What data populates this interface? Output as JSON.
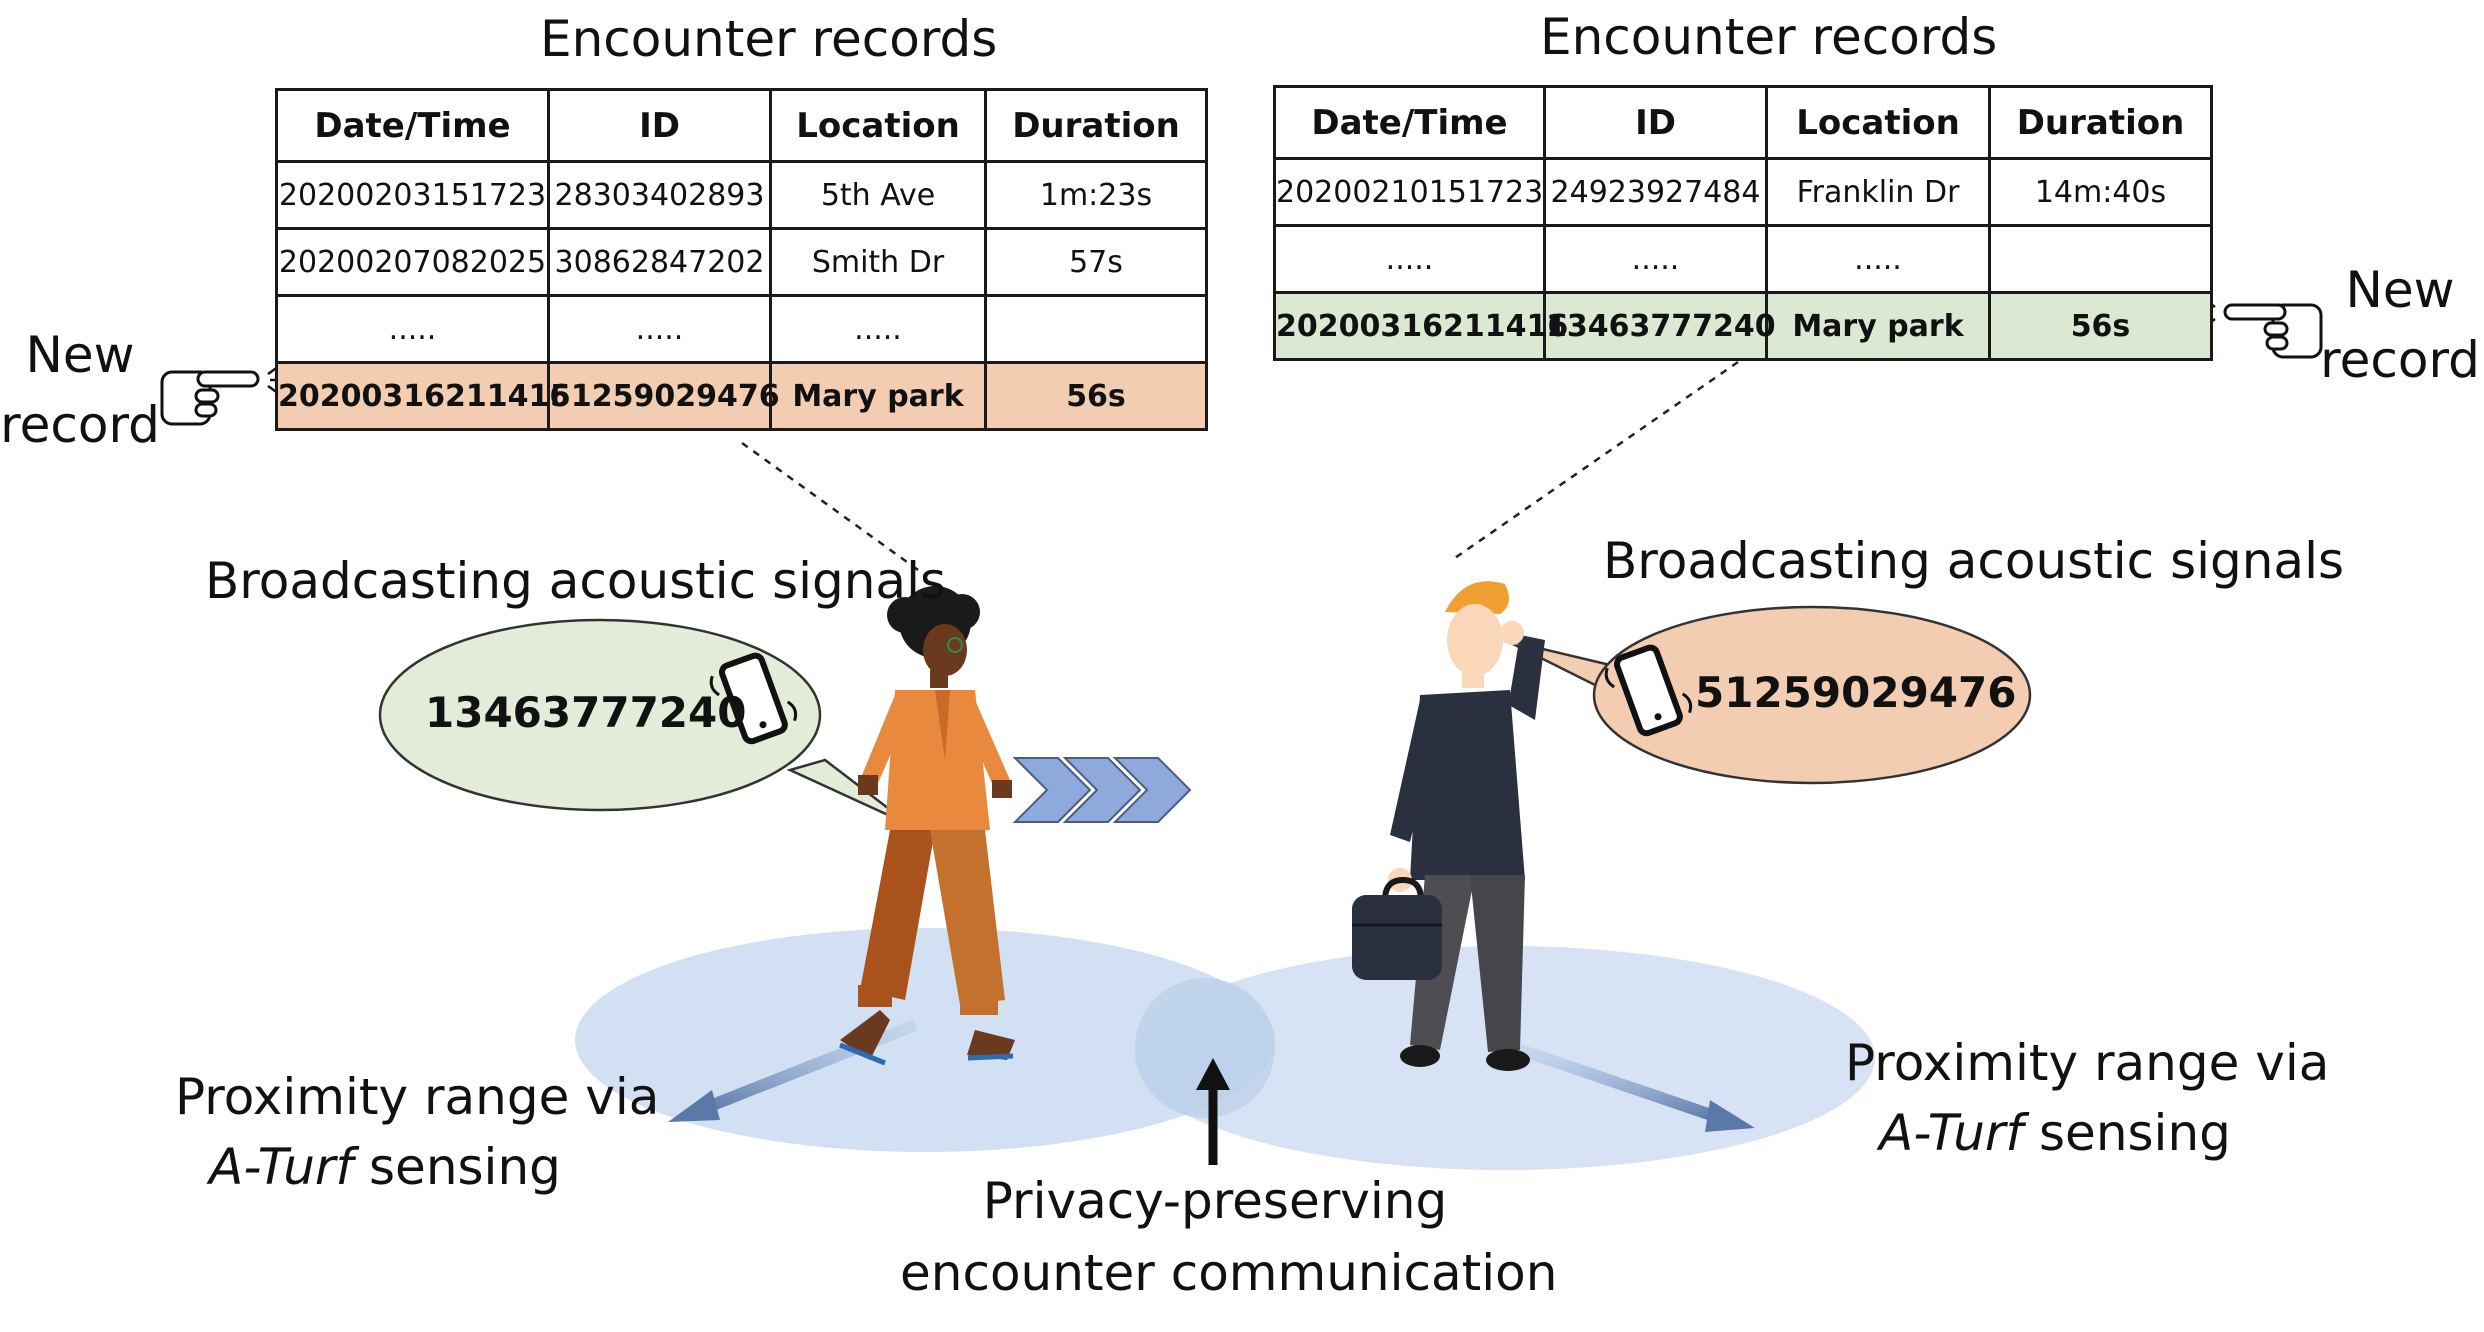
{
  "left_panel": {
    "title": "Encounter records",
    "headers": [
      "Date/Time",
      "ID",
      "Location",
      "Duration"
    ],
    "rows": [
      [
        "20200203151723",
        "28303402893",
        "5th Ave",
        "1m:23s"
      ],
      [
        "20200207082025",
        "30862847202",
        "Smith Dr",
        "57s"
      ],
      [
        ".....",
        ".....",
        ".....",
        ""
      ]
    ],
    "new_row": [
      "20200316211416",
      "51259029476",
      "Mary park",
      "56s"
    ],
    "new_record_line1": "New",
    "new_record_line2": "record",
    "highlight_color": "#f3cdb2"
  },
  "right_panel": {
    "title": "Encounter records",
    "headers": [
      "Date/Time",
      "ID",
      "Location",
      "Duration"
    ],
    "rows": [
      [
        "20200210151723",
        "24923927484",
        "Franklin Dr",
        "14m:40s"
      ],
      [
        ".....",
        ".....",
        ".....",
        ""
      ]
    ],
    "new_row": [
      "20200316211416",
      "13463777240",
      "Mary park",
      "56s"
    ],
    "new_record_line1": "New",
    "new_record_line2": "record",
    "highlight_color": "#dbe8d2"
  },
  "left_person": {
    "broadcast_label": "Broadcasting acoustic signals",
    "signal_id": "13463777240",
    "bubble_color": "#e2ecd9"
  },
  "right_person": {
    "broadcast_label": "Broadcasting acoustic signals",
    "signal_id": "51259029476",
    "bubble_color": "#f3cdb2"
  },
  "left_range": {
    "line1": "Proximity range via",
    "line2_italic": "A-Turf",
    "line2_rest": " sensing"
  },
  "right_range": {
    "line1": "Proximity range via",
    "line2_italic": "A-Turf",
    "line2_rest": " sensing"
  },
  "center_caption": {
    "line1": "Privacy-preserving",
    "line2": "encounter communication"
  },
  "icons": [
    "pointing-hand-icon",
    "smartphone-icon",
    "chevron-arrows-icon",
    "briefcase-icon"
  ],
  "colors": {
    "range_ellipse": "#c9daf0",
    "chevron": "#8ea9db",
    "range_arrow": "#5a79a8"
  }
}
